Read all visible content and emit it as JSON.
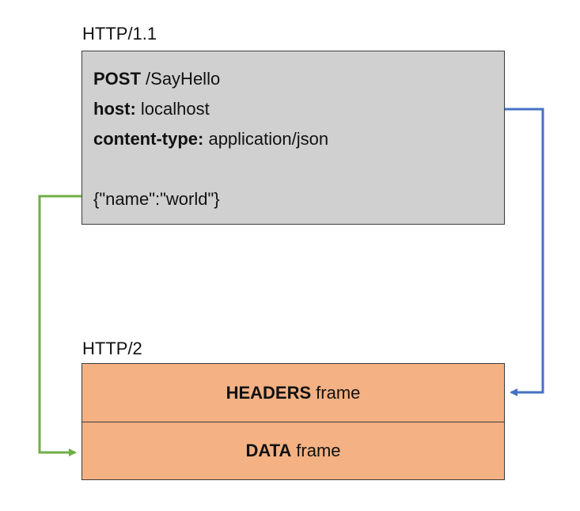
{
  "http11": {
    "label": "HTTP/1.1",
    "method": "POST",
    "path": "/SayHello",
    "host_key": "host:",
    "host_value": "localhost",
    "content_type_key": "content-type:",
    "content_type_value": "application/json",
    "body": "{\"name\":\"world\"}"
  },
  "http2": {
    "label": "HTTP/2",
    "headers_frame": {
      "name": "HEADERS",
      "suffix": "frame"
    },
    "data_frame": {
      "name": "DATA",
      "suffix": "frame"
    }
  },
  "colors": {
    "request_fill": "#d0d0d0",
    "frame_fill": "#f4b183",
    "headers_arrow": "#4472c4",
    "data_arrow": "#70ad47"
  }
}
